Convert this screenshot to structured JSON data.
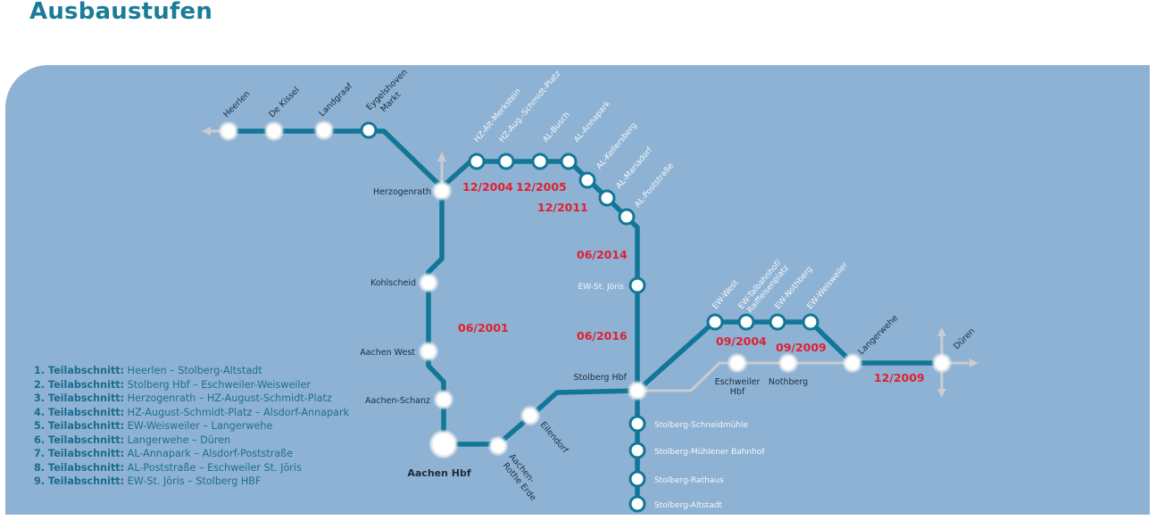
{
  "title": "Ausbaustufen",
  "colors": {
    "line": "#127797",
    "background": "#8eb2d4",
    "existing_line": "#c9ccd0",
    "date": "#e02030",
    "title": "#1b7c99"
  },
  "stations": {
    "heerlen": "Heerlen",
    "de_kissel": "De Kissel",
    "landgraaf": "Landgraaf",
    "eygelshoven_1": "Eygelshoven",
    "eygelshoven_2": "Markt",
    "herzogenrath": "Herzogenrath",
    "kohlscheid": "Kohlscheid",
    "aachen_west": "Aachen West",
    "aachen_schanz": "Aachen-Schanz",
    "aachen_hbf": "Aachen Hbf",
    "rothe_erde_1": "Aachen-",
    "rothe_erde_2": "Rothe Erde",
    "eilendorf": "Eilendorf",
    "hz_alt_merkstein": "HZ-Alt-Merkstein",
    "hz_aug_schmidt": "HZ-Aug.-Schmidt-Platz",
    "al_busch": "AL-Busch",
    "al_annapark": "AL-Annapark",
    "al_kellersberg": "AL-Kellersberg",
    "al_mariadorf": "AL-Mariadorf",
    "al_poststrasse": "AL-Poststraße",
    "ew_st_joris": "EW-St. Jöris",
    "stolberg_hbf": "Stolberg Hbf",
    "stolberg_schneidmuehle": "Stolberg-Schneidmühle",
    "stolberg_muehlener": "Stolberg-Mühlener Bahnhof",
    "stolberg_rathaus": "Stolberg-Rathaus",
    "stolberg_altstadt": "Stolberg-Altstadt",
    "ew_west": "EW-West",
    "ew_talbahnhof_1": "EW-Talbahnhof/",
    "ew_talbahnhof_2": "Raiffeisenplatz",
    "ew_nothberg": "EW-Nothberg",
    "ew_weisweiler": "EW-Weisweiler",
    "eschweiler_hbf_1": "Eschweiler",
    "eschweiler_hbf_2": "Hbf",
    "nothberg": "Nothberg",
    "langerwehe": "Langerwehe",
    "dueren": "Düren"
  },
  "dates": {
    "d_12_2004": "12/2004",
    "d_12_2005": "12/2005",
    "d_12_2011": "12/2011",
    "d_06_2014": "06/2014",
    "d_06_2001": "06/2001",
    "d_06_2016": "06/2016",
    "d_09_2004": "09/2004",
    "d_09_2009": "09/2009",
    "d_12_2009": "12/2009"
  },
  "legend": [
    {
      "label": "1. Teilabschnitt:",
      "text": " Heerlen – Stolberg-Altstadt"
    },
    {
      "label": "2. Teilabschnitt:",
      "text": " Stolberg Hbf – Eschweiler-Weisweiler"
    },
    {
      "label": "3. Teilabschnitt:",
      "text": " Herzogenrath – HZ-August-Schmidt-Platz"
    },
    {
      "label": "4. Teilabschnitt:",
      "text": " HZ-August-Schmidt-Platz – Alsdorf-Annapark"
    },
    {
      "label": "5. Teilabschnitt:",
      "text": " EW-Weisweiler – Langerwehe"
    },
    {
      "label": "6. Teilabschnitt:",
      "text": " Langerwehe – Düren"
    },
    {
      "label": "7. Teilabschnitt:",
      "text": " AL-Annapark – Alsdorf-Poststraße"
    },
    {
      "label": "8. Teilabschnitt:",
      "text": " AL-Poststraße – Eschweiler St. Jöris"
    },
    {
      "label": "9. Teilabschnitt:",
      "text": " EW-St. Jöris – Stolberg HBF"
    }
  ]
}
